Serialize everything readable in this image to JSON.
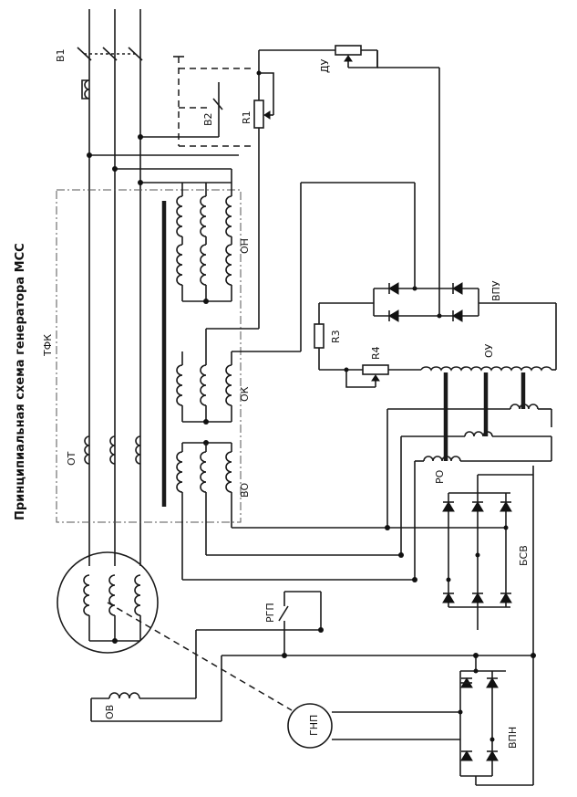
{
  "title": "Принципиальная схема генератора МСС",
  "labels": {
    "b1": "В1",
    "b2": "В2",
    "r1": "R1",
    "du": "ДУ",
    "tfk": "ТФК",
    "on": "ОН",
    "ok": "ОК",
    "vo": "ВО",
    "ot": "ОТ",
    "r3": "R3",
    "r4": "R4",
    "vpu": "ВПУ",
    "ou": "ОУ",
    "ro": "РО",
    "bsv": "БСВ",
    "rgp": "РГП",
    "ov": "ОВ",
    "gnp": "ГНП",
    "vpn": "ВПН"
  }
}
